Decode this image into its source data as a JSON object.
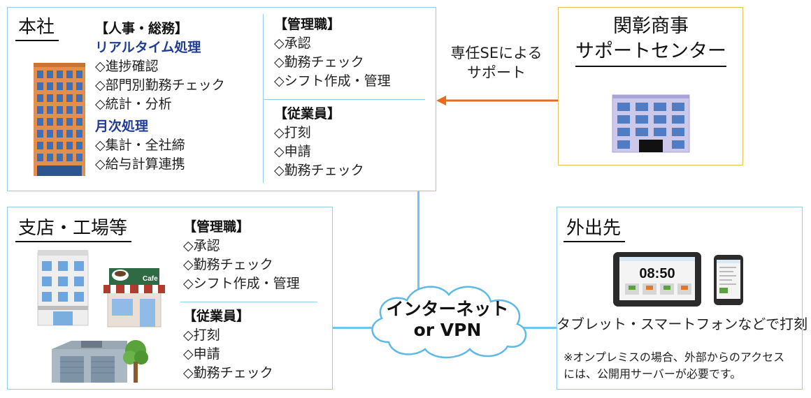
{
  "headquarters": {
    "title": "本社",
    "hr": {
      "heading": "【人事・総務】",
      "realtime_heading": "リアルタイム処理",
      "realtime_items": [
        "◇進捗確認",
        "◇部門別勤務チェック",
        "◇統計・分析"
      ],
      "monthly_heading": "月次処理",
      "monthly_items": [
        "◇集計・全社締",
        "◇給与計算連携"
      ]
    },
    "manager": {
      "heading": "【管理職】",
      "items": [
        "◇承認",
        "◇勤務チェック",
        "◇シフト作成・管理"
      ]
    },
    "employee": {
      "heading": "【従業員】",
      "items": [
        "◇打刻",
        "◇申請",
        "◇勤務チェック"
      ]
    }
  },
  "support_center": {
    "title_line1": "関彰商事",
    "title_line2": "サポートセンター",
    "arrow_label_line1": "専任SEによる",
    "arrow_label_line2": "サポート"
  },
  "branch": {
    "title": "支店・工場等",
    "cafe_sign": "Cafe",
    "manager": {
      "heading": "【管理職】",
      "items": [
        "◇承認",
        "◇勤務チェック",
        "◇シフト作成・管理"
      ]
    },
    "employee": {
      "heading": "【従業員】",
      "items": [
        "◇打刻",
        "◇申請",
        "◇勤務チェック"
      ]
    }
  },
  "network": {
    "line1": "インターネット",
    "line2": "or VPN"
  },
  "outside": {
    "title": "外出先",
    "tablet_clock": "08:50",
    "caption": "タブレット・スマートフォンなどで打刻",
    "note_line1": "※オンプレミスの場合、外部からのアクセス",
    "note_line2": "には、公開用サーバーが必要です。"
  },
  "colors": {
    "box_border": "#8fd0ec",
    "support_border": "#e7c45a",
    "arrow": "#ea6a1c",
    "connector": "#6ec6ec",
    "subheading": "#1f3d96"
  }
}
